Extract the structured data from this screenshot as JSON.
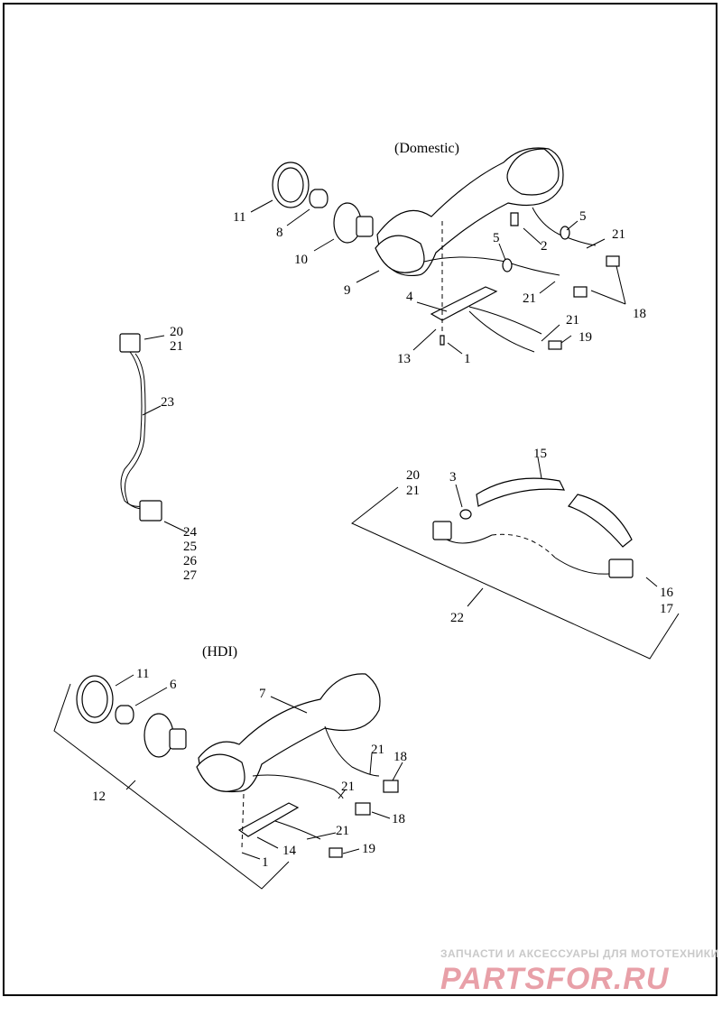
{
  "captions": {
    "domestic": "(Domestic)",
    "hdi": "(HDI)"
  },
  "labels": {
    "domestic_11": "11",
    "domestic_8": "8",
    "domestic_10": "10",
    "domestic_9": "9",
    "domestic_5a": "5",
    "domestic_2": "2",
    "domestic_21a": "21",
    "domestic_5b": "5",
    "domestic_18": "18",
    "domestic_21b": "21",
    "domestic_4": "4",
    "domestic_21c": "21",
    "domestic_19": "19",
    "domestic_13": "13",
    "domestic_1": "1",
    "harness_20": "20",
    "harness_21": "21",
    "harness_23": "23",
    "harness_24": "24",
    "harness_25": "25",
    "harness_26": "26",
    "harness_27": "27",
    "lens_20": "20",
    "lens_21": "21",
    "lens_3": "3",
    "lens_15": "15",
    "lens_22": "22",
    "lens_16": "16",
    "lens_17": "17",
    "hdi_11": "11",
    "hdi_6": "6",
    "hdi_7": "7",
    "hdi_12": "12",
    "hdi_21a": "21",
    "hdi_18a": "18",
    "hdi_21b": "21",
    "hdi_18b": "18",
    "hdi_21c": "21",
    "hdi_14": "14",
    "hdi_19": "19",
    "hdi_1": "1"
  },
  "watermark": {
    "tagline": "ЗАПЧАСТИ И АКСЕССУАРЫ ДЛЯ МОТОТЕХНИКИ",
    "logo": "PARTSFOR.RU"
  }
}
